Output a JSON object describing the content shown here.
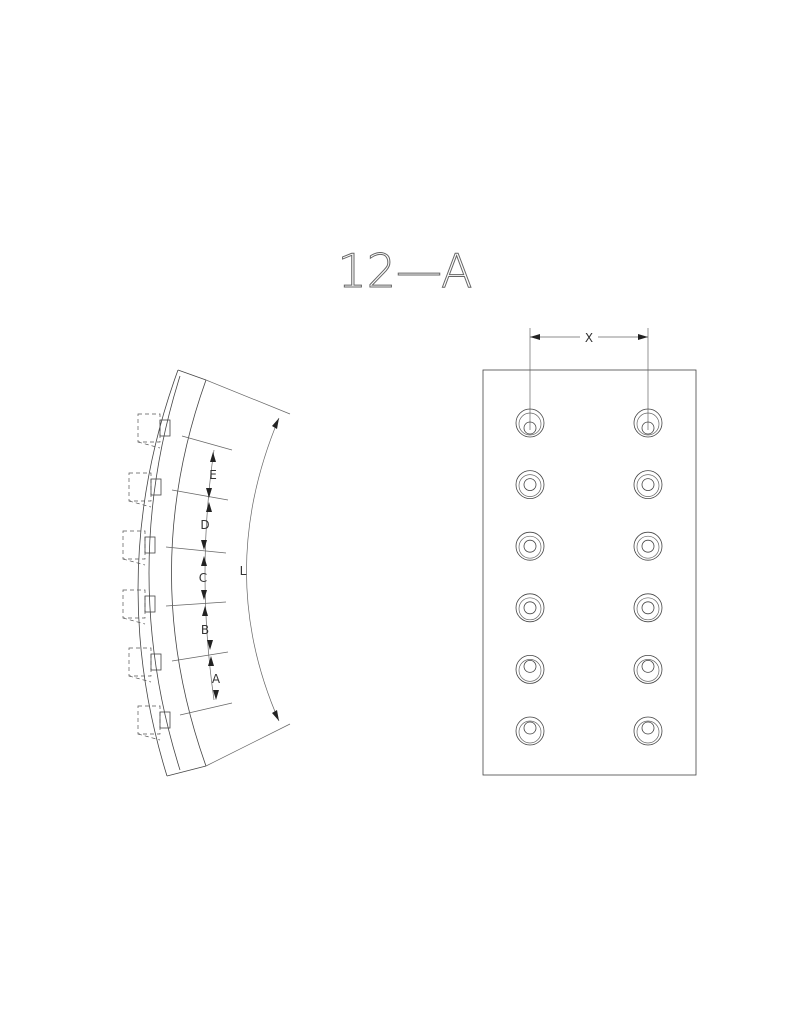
{
  "drawing": {
    "title": "12—A",
    "side_view": {
      "dimension_labels": [
        "E",
        "D",
        "C",
        "B",
        "A"
      ],
      "length_label": "L"
    },
    "plan_view": {
      "spacing_label": "X",
      "hole_rows": 6,
      "hole_columns": 2
    }
  }
}
